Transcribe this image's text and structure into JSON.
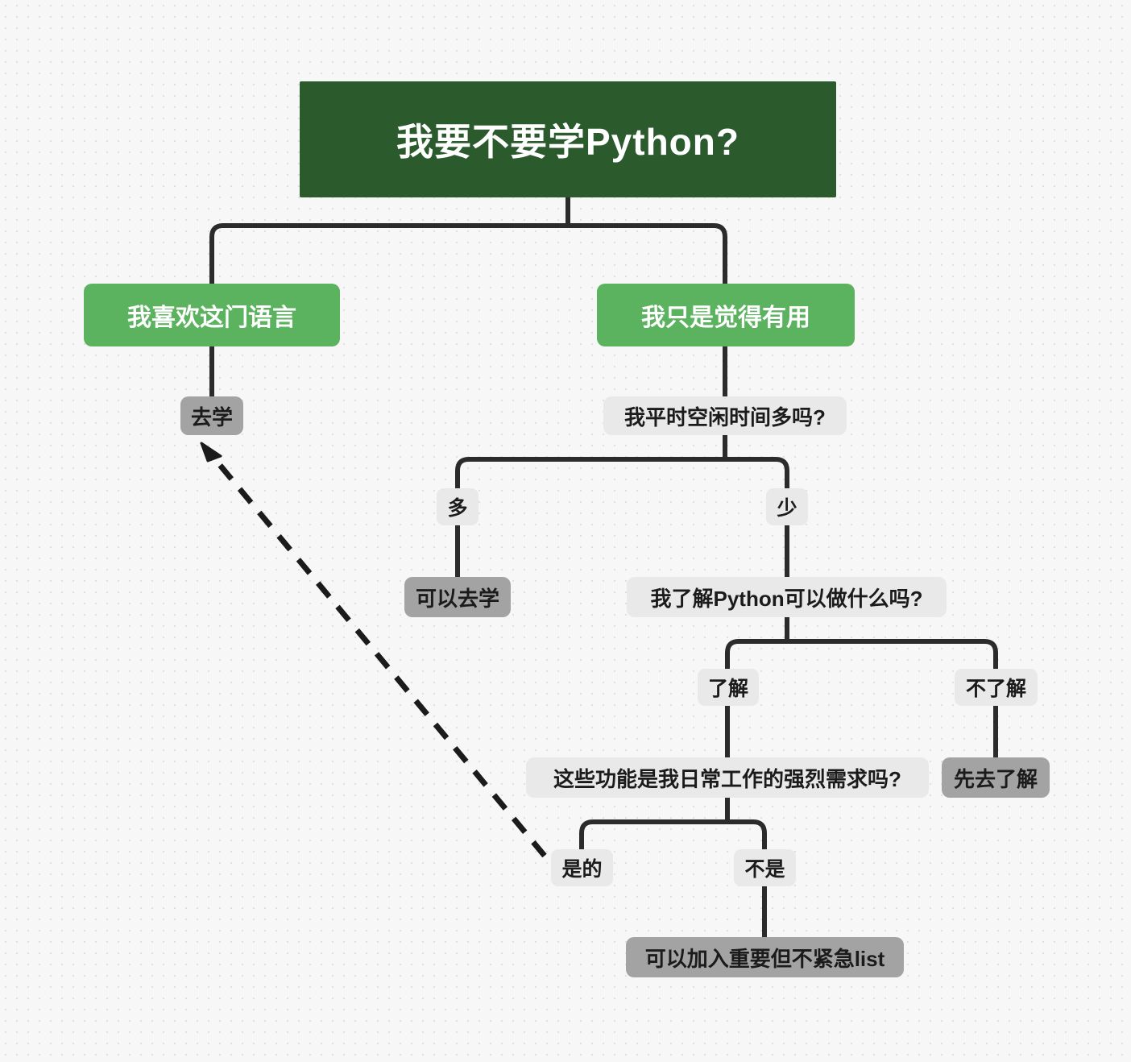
{
  "diagram": {
    "title": "我要不要学Python?",
    "background_color": "#f7f7f8",
    "colors": {
      "root": "#2b5a2d",
      "choice": "#5cb35f",
      "question": "#e9e9e9",
      "terminal": "#a3a3a3",
      "edge": "#2b2b2b"
    },
    "nodes": {
      "root": "我要不要学Python?",
      "like_language": "我喜欢这门语言",
      "just_useful": "我只是觉得有用",
      "go_learn": "去学",
      "free_time_question": "我平时空闲时间多吗?",
      "label_much": "多",
      "label_little": "少",
      "can_go_learn": "可以去学",
      "know_python_question": "我了解Python可以做什么吗?",
      "label_know": "了解",
      "label_dont_know": "不了解",
      "strong_need_question": "这些功能是我日常工作的强烈需求吗?",
      "learn_first": "先去了解",
      "label_yes": "是的",
      "label_no": "不是",
      "add_to_list": "可以加入重要但不紧急list"
    }
  }
}
